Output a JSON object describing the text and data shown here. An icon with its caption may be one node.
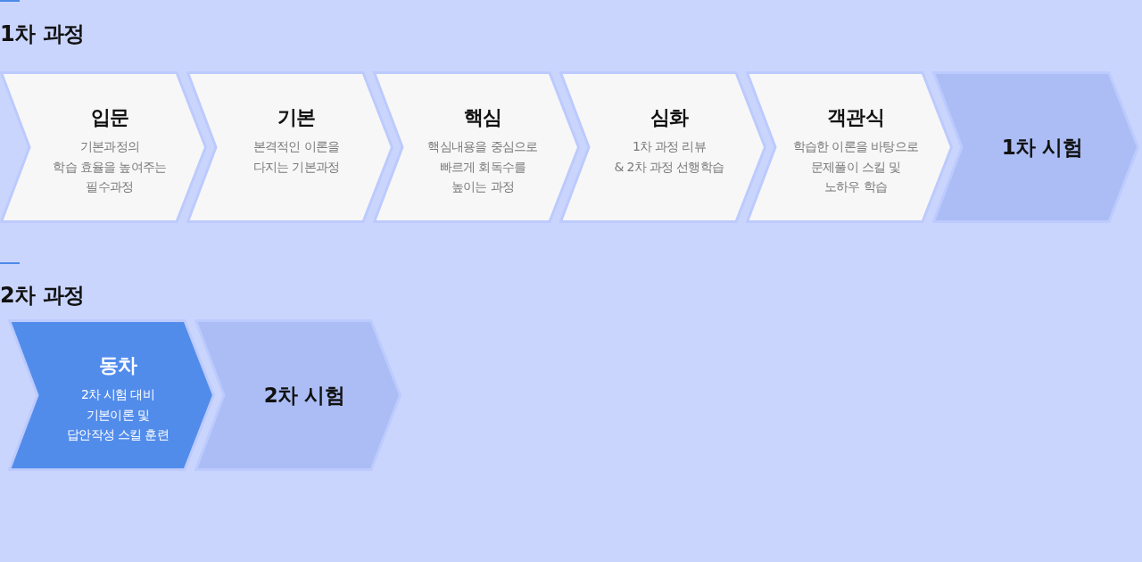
{
  "diagram": {
    "nodes": [
      {
        "text": [
          "입문",
          "기본과정의 학습 효율을 높여주는 필수과정"
        ]
      },
      {
        "text": [
          "기본",
          "본격적인 이론을 다지는 기본과정"
        ]
      },
      {
        "text": [
          "핵심",
          "핵심내용을 중심으로 빠르게 회독수를 높이는 과정"
        ]
      },
      {
        "text": [
          "심화",
          "1차 과정 리뷰 & 2차 과정 선행학습"
        ]
      },
      {
        "text": [
          "객관식",
          "학습한 이론을 바탕으로 문제풀이 스킬 및 노하우 학습"
        ]
      },
      {
        "text": [
          "1차 시험"
        ]
      },
      {
        "text": [
          "동차",
          "2차 시험 대비 기본이론 및 답안작성 스킬 훈련"
        ]
      },
      {
        "text": [
          "2차 시험"
        ]
      }
    ],
    "labels": [
      "1차 과정",
      "2차 과정"
    ]
  }
}
